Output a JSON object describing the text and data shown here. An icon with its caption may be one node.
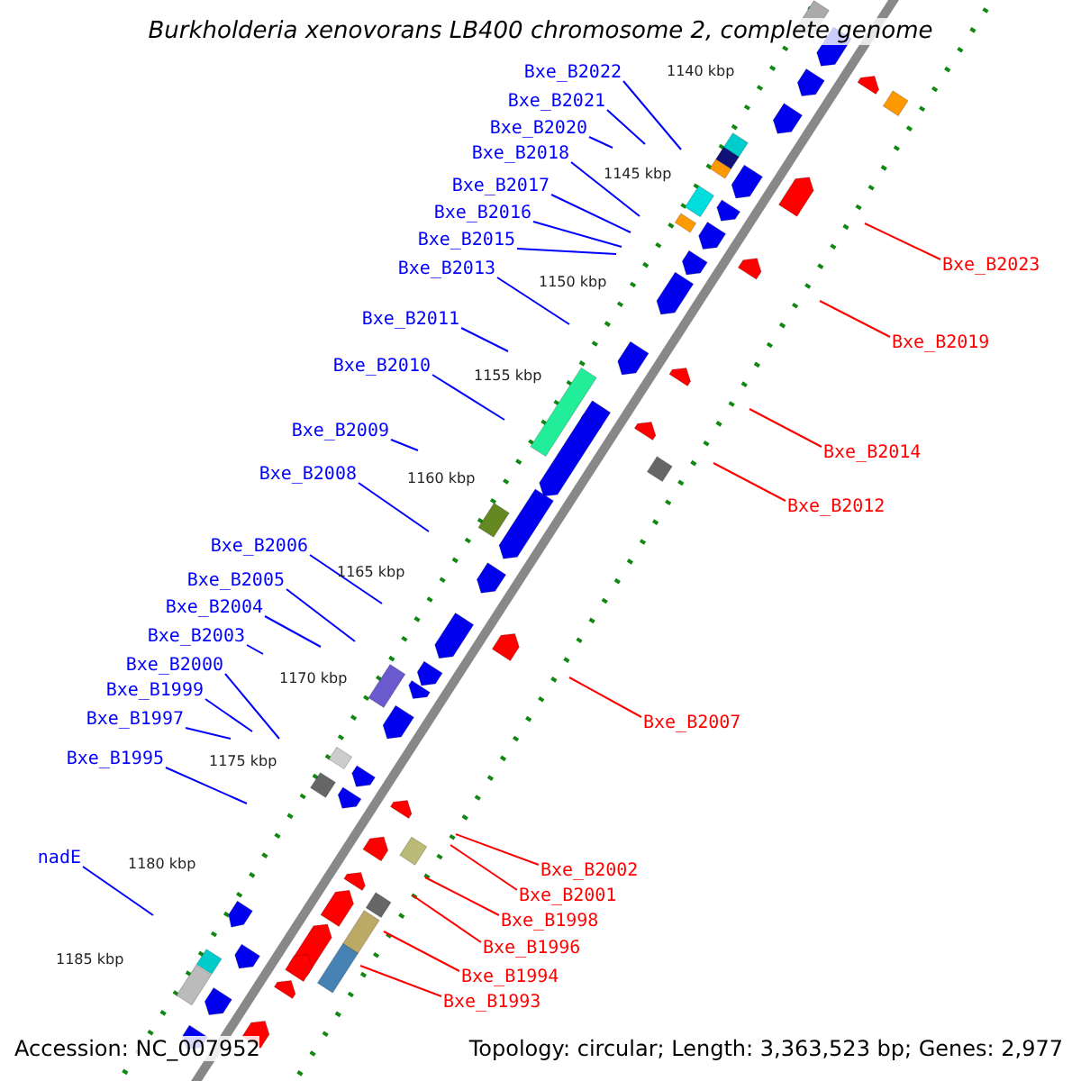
{
  "diagram": {
    "title": "Burkholderia xenovorans LB400 chromosome 2, complete genome",
    "nodes": [
      {
        "text": [
          "Bxe_B2022"
        ]
      },
      {
        "text": [
          "Bxe_B2021"
        ]
      },
      {
        "text": [
          "Bxe_B2020"
        ]
      },
      {
        "text": [
          "Bxe_B2018"
        ]
      },
      {
        "text": [
          "Bxe_B2017"
        ]
      },
      {
        "text": [
          "Bxe_B2016"
        ]
      },
      {
        "text": [
          "Bxe_B2015"
        ]
      },
      {
        "text": [
          "Bxe_B2023"
        ]
      },
      {
        "text": [
          "Bxe_B2013"
        ]
      },
      {
        "text": [
          "Bxe_B2011"
        ]
      },
      {
        "text": [
          "Bxe_B2019"
        ]
      },
      {
        "text": [
          "Bxe_B2010"
        ]
      },
      {
        "text": [
          "Bxe_B2009"
        ]
      },
      {
        "text": [
          "Bxe_B2014"
        ]
      },
      {
        "text": [
          "Bxe_B2008"
        ]
      },
      {
        "text": [
          "Bxe_B2012"
        ]
      },
      {
        "text": [
          "Bxe_B2006"
        ]
      },
      {
        "text": [
          "Bxe_B2005"
        ]
      },
      {
        "text": [
          "Bxe_B2004"
        ]
      },
      {
        "text": [
          "Bxe_B2003"
        ]
      },
      {
        "text": [
          "Bxe_B2000"
        ]
      },
      {
        "text": [
          "Bxe_B1999"
        ]
      },
      {
        "text": [
          "Bxe_B1997"
        ]
      },
      {
        "text": [
          "Bxe_B2007"
        ]
      },
      {
        "text": [
          "Bxe_B1995"
        ]
      },
      {
        "text": [
          "nadE"
        ]
      },
      {
        "text": [
          "Bxe_B2002"
        ]
      },
      {
        "text": [
          "Bxe_B2001"
        ]
      },
      {
        "text": [
          "Bxe_B1998"
        ]
      },
      {
        "text": [
          "Bxe_B1996"
        ]
      },
      {
        "text": [
          "Bxe_B1994"
        ]
      },
      {
        "text": [
          "Bxe_B1993"
        ]
      }
    ],
    "edges": [
      {
        "from": 0,
        "to": null,
        "arrow": "none"
      },
      {
        "from": 1,
        "to": null,
        "arrow": "none"
      },
      {
        "from": 2,
        "to": null,
        "arrow": "none"
      },
      {
        "from": 3,
        "to": null,
        "arrow": "none"
      },
      {
        "from": 4,
        "to": null,
        "arrow": "none"
      },
      {
        "from": 5,
        "to": null,
        "arrow": "none"
      },
      {
        "from": 6,
        "to": null,
        "arrow": "none"
      },
      {
        "from": 7,
        "to": null,
        "arrow": "none",
        "color": "#ff0000"
      },
      {
        "from": 8,
        "to": null,
        "arrow": "none"
      },
      {
        "from": 9,
        "to": null,
        "arrow": "none"
      },
      {
        "from": 10,
        "to": null,
        "arrow": "none",
        "color": "#ff0000"
      },
      {
        "from": 11,
        "to": null,
        "arrow": "none"
      },
      {
        "from": 12,
        "to": null,
        "arrow": "none"
      },
      {
        "from": 13,
        "to": null,
        "arrow": "none",
        "color": "#ff0000"
      },
      {
        "from": 14,
        "to": null,
        "arrow": "none"
      },
      {
        "from": 15,
        "to": null,
        "arrow": "none",
        "color": "#ff0000"
      },
      {
        "from": 16,
        "to": null,
        "arrow": "none"
      },
      {
        "from": 17,
        "to": null,
        "arrow": "none"
      },
      {
        "from": 18,
        "to": null,
        "arrow": "none"
      },
      {
        "from": 19,
        "to": null,
        "arrow": "none"
      },
      {
        "from": 20,
        "to": null,
        "arrow": "none"
      },
      {
        "from": 21,
        "to": null,
        "arrow": "none"
      },
      {
        "from": 22,
        "to": null,
        "arrow": "none"
      },
      {
        "from": 23,
        "to": null,
        "arrow": "none",
        "color": "#ff0000"
      },
      {
        "from": 24,
        "to": null,
        "arrow": "none"
      },
      {
        "from": 25,
        "to": null,
        "arrow": "none"
      },
      {
        "from": 26,
        "to": null,
        "arrow": "none",
        "color": "#ff0000"
      },
      {
        "from": 27,
        "to": null,
        "arrow": "none",
        "color": "#ff0000"
      },
      {
        "from": 28,
        "to": null,
        "arrow": "none",
        "color": "#ff0000"
      },
      {
        "from": 29,
        "to": null,
        "arrow": "none",
        "color": "#ff0000"
      },
      {
        "from": 30,
        "to": null,
        "arrow": "none",
        "color": "#ff0000"
      },
      {
        "from": 31,
        "to": null,
        "arrow": "none",
        "color": "#ff0000"
      }
    ],
    "labels": [
      "1140 kbp",
      "1145 kbp",
      "1150 kbp",
      "1155 kbp",
      "1160 kbp",
      "1165 kbp",
      "1170 kbp",
      "1175 kbp",
      "1180 kbp",
      "1185 kbp",
      "Accession: NC_007952",
      "Topology: circular; Length: 3,363,523 bp; Genes: 2,977"
    ]
  }
}
